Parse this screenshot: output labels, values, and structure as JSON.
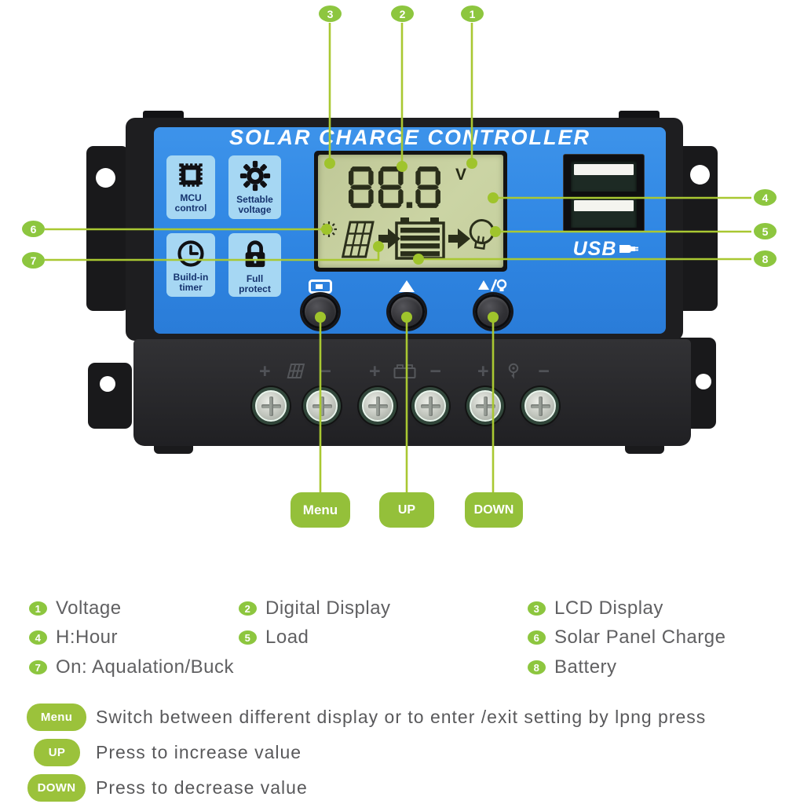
{
  "device": {
    "title": "SOLAR CHARGE CONTROLLER",
    "features": [
      {
        "line1": "MCU",
        "line2": "control"
      },
      {
        "line1": "Settable",
        "line2": "voltage"
      },
      {
        "line1": "Build-in",
        "line2": "timer"
      },
      {
        "line1": "Full",
        "line2": "protect"
      }
    ],
    "lcd": {
      "value": "88.8",
      "unit": "V"
    },
    "usb_label": "USB",
    "terminals": [
      {
        "plus": "+",
        "minus": "−",
        "icon": "solar-panel-terminal-icon"
      },
      {
        "plus": "+",
        "minus": "−",
        "icon": "battery-terminal-icon"
      },
      {
        "plus": "+",
        "minus": "−",
        "icon": "load-terminal-icon"
      }
    ]
  },
  "callouts": [
    {
      "num": "1"
    },
    {
      "num": "2"
    },
    {
      "num": "3"
    },
    {
      "num": "4"
    },
    {
      "num": "5"
    },
    {
      "num": "6"
    },
    {
      "num": "7"
    },
    {
      "num": "8"
    }
  ],
  "diagram_buttons": {
    "menu": "Menu",
    "up": "UP",
    "down": "DOWN"
  },
  "legend": {
    "items": [
      {
        "num": "1",
        "label": "Voltage"
      },
      {
        "num": "2",
        "label": "Digital Display"
      },
      {
        "num": "3",
        "label": "LCD Display"
      },
      {
        "num": "4",
        "label": "H:Hour"
      },
      {
        "num": "5",
        "label": "Load"
      },
      {
        "num": "6",
        "label": "Solar Panel Charge"
      },
      {
        "num": "7",
        "label": "On: Aqualation/Buck"
      },
      {
        "num": "8",
        "label": "Battery"
      }
    ]
  },
  "help": {
    "rows": [
      {
        "button": "Menu",
        "text": "Switch between different display or to enter /exit setting by lpng press"
      },
      {
        "button": "UP",
        "text": "Press to increase value"
      },
      {
        "button": "DOWN",
        "text": "Press to decrease value"
      }
    ]
  },
  "colors": {
    "accent_green": "#8dc63f",
    "line_green": "#a9c832",
    "panel_blue": "#2f86e3",
    "feature_box_blue": "#a6d7f3",
    "lcd_screen": "#c8d1a2",
    "lcd_dark": "#2a2e1a"
  }
}
